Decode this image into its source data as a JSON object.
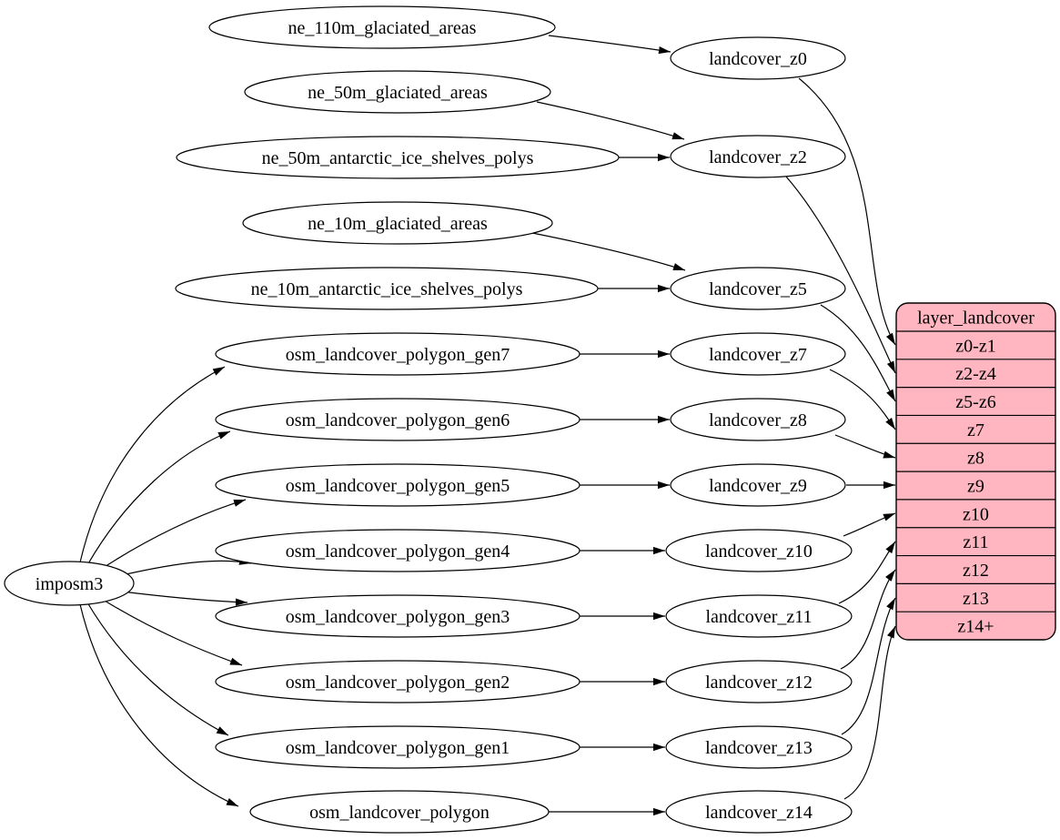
{
  "diagram": {
    "background_color": "#ffffff",
    "node_fill_color": "#ffffff",
    "record_fill_color": "#ffb6c1",
    "line_color": "#000000",
    "text_color": "#000000"
  },
  "nodes": {
    "imposm3": {
      "id": "imposm3",
      "label": "imposm3"
    },
    "sources": [
      {
        "id": "ne_110m_glaciated_areas",
        "label": "ne_110m_glaciated_areas"
      },
      {
        "id": "ne_50m_glaciated_areas",
        "label": "ne_50m_glaciated_areas"
      },
      {
        "id": "ne_50m_antarctic_ice_shelves_polys",
        "label": "ne_50m_antarctic_ice_shelves_polys"
      },
      {
        "id": "ne_10m_glaciated_areas",
        "label": "ne_10m_glaciated_areas"
      },
      {
        "id": "ne_10m_antarctic_ice_shelves_polys",
        "label": "ne_10m_antarctic_ice_shelves_polys"
      },
      {
        "id": "osm_landcover_polygon_gen7",
        "label": "osm_landcover_polygon_gen7"
      },
      {
        "id": "osm_landcover_polygon_gen6",
        "label": "osm_landcover_polygon_gen6"
      },
      {
        "id": "osm_landcover_polygon_gen5",
        "label": "osm_landcover_polygon_gen5"
      },
      {
        "id": "osm_landcover_polygon_gen4",
        "label": "osm_landcover_polygon_gen4"
      },
      {
        "id": "osm_landcover_polygon_gen3",
        "label": "osm_landcover_polygon_gen3"
      },
      {
        "id": "osm_landcover_polygon_gen2",
        "label": "osm_landcover_polygon_gen2"
      },
      {
        "id": "osm_landcover_polygon_gen1",
        "label": "osm_landcover_polygon_gen1"
      },
      {
        "id": "osm_landcover_polygon",
        "label": "osm_landcover_polygon"
      }
    ],
    "intermediates": [
      {
        "id": "landcover_z0",
        "label": "landcover_z0"
      },
      {
        "id": "landcover_z2",
        "label": "landcover_z2"
      },
      {
        "id": "landcover_z5",
        "label": "landcover_z5"
      },
      {
        "id": "landcover_z7",
        "label": "landcover_z7"
      },
      {
        "id": "landcover_z8",
        "label": "landcover_z8"
      },
      {
        "id": "landcover_z9",
        "label": "landcover_z9"
      },
      {
        "id": "landcover_z10",
        "label": "landcover_z10"
      },
      {
        "id": "landcover_z11",
        "label": "landcover_z11"
      },
      {
        "id": "landcover_z12",
        "label": "landcover_z12"
      },
      {
        "id": "landcover_z13",
        "label": "landcover_z13"
      },
      {
        "id": "landcover_z14",
        "label": "landcover_z14"
      }
    ],
    "record": {
      "id": "layer_landcover",
      "title": "layer_landcover",
      "rows": [
        "z0-z1",
        "z2-z4",
        "z5-z6",
        "z7",
        "z8",
        "z9",
        "z10",
        "z11",
        "z12",
        "z13",
        "z14+"
      ]
    }
  },
  "edges": [
    {
      "from": "ne_110m_glaciated_areas",
      "to": "landcover_z0"
    },
    {
      "from": "ne_50m_glaciated_areas",
      "to": "landcover_z2"
    },
    {
      "from": "ne_50m_antarctic_ice_shelves_polys",
      "to": "landcover_z2"
    },
    {
      "from": "ne_10m_glaciated_areas",
      "to": "landcover_z5"
    },
    {
      "from": "ne_10m_antarctic_ice_shelves_polys",
      "to": "landcover_z5"
    },
    {
      "from": "imposm3",
      "to": "osm_landcover_polygon_gen7"
    },
    {
      "from": "imposm3",
      "to": "osm_landcover_polygon_gen6"
    },
    {
      "from": "imposm3",
      "to": "osm_landcover_polygon_gen5"
    },
    {
      "from": "imposm3",
      "to": "osm_landcover_polygon_gen4"
    },
    {
      "from": "imposm3",
      "to": "osm_landcover_polygon_gen3"
    },
    {
      "from": "imposm3",
      "to": "osm_landcover_polygon_gen2"
    },
    {
      "from": "imposm3",
      "to": "osm_landcover_polygon_gen1"
    },
    {
      "from": "imposm3",
      "to": "osm_landcover_polygon"
    },
    {
      "from": "osm_landcover_polygon_gen7",
      "to": "landcover_z7"
    },
    {
      "from": "osm_landcover_polygon_gen6",
      "to": "landcover_z8"
    },
    {
      "from": "osm_landcover_polygon_gen5",
      "to": "landcover_z9"
    },
    {
      "from": "osm_landcover_polygon_gen4",
      "to": "landcover_z10"
    },
    {
      "from": "osm_landcover_polygon_gen3",
      "to": "landcover_z11"
    },
    {
      "from": "osm_landcover_polygon_gen2",
      "to": "landcover_z12"
    },
    {
      "from": "osm_landcover_polygon_gen1",
      "to": "landcover_z13"
    },
    {
      "from": "osm_landcover_polygon",
      "to": "landcover_z14"
    },
    {
      "from": "landcover_z0",
      "to": "layer_landcover:z0-z1"
    },
    {
      "from": "landcover_z2",
      "to": "layer_landcover:z2-z4"
    },
    {
      "from": "landcover_z5",
      "to": "layer_landcover:z5-z6"
    },
    {
      "from": "landcover_z7",
      "to": "layer_landcover:z7"
    },
    {
      "from": "landcover_z8",
      "to": "layer_landcover:z8"
    },
    {
      "from": "landcover_z9",
      "to": "layer_landcover:z9"
    },
    {
      "from": "landcover_z10",
      "to": "layer_landcover:z10"
    },
    {
      "from": "landcover_z11",
      "to": "layer_landcover:z11"
    },
    {
      "from": "landcover_z12",
      "to": "layer_landcover:z12"
    },
    {
      "from": "landcover_z13",
      "to": "layer_landcover:z13"
    },
    {
      "from": "landcover_z14",
      "to": "layer_landcover:z14+"
    }
  ]
}
